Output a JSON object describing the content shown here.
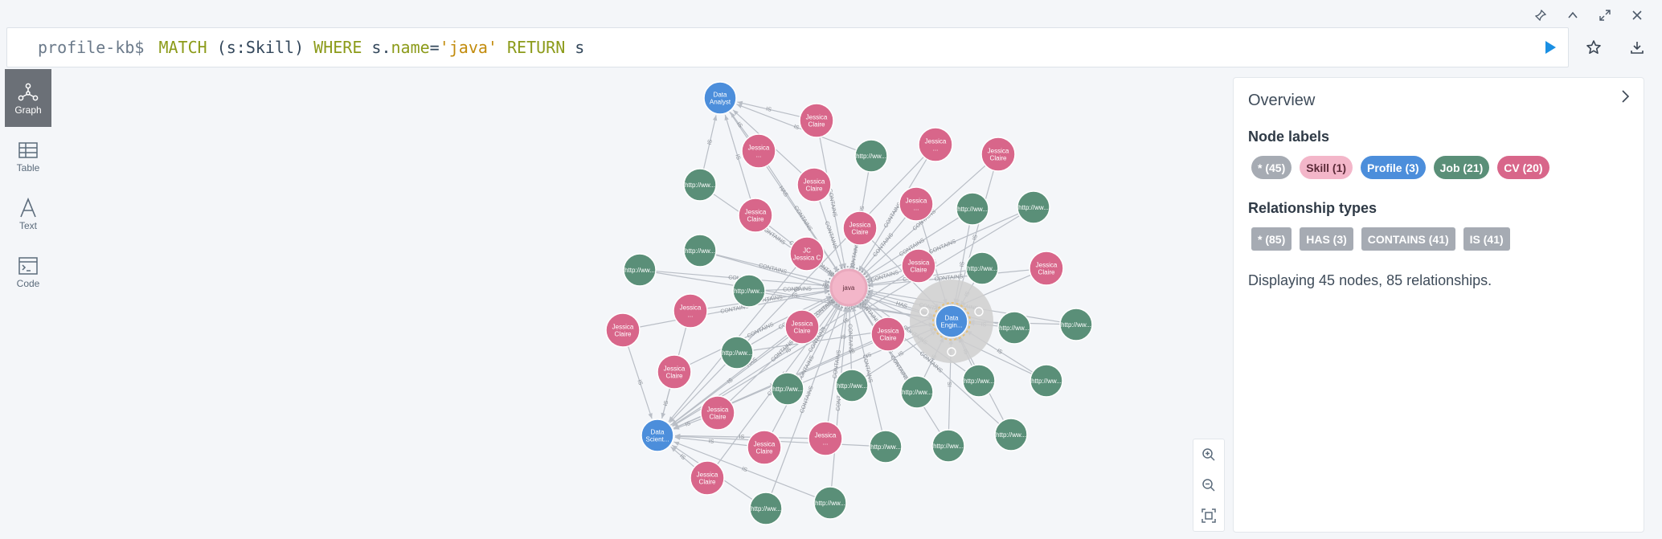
{
  "window_controls": [
    "pin-icon",
    "chevron-up-icon",
    "maximize-icon",
    "close-icon"
  ],
  "query_bar": {
    "prompt": "profile-kb$",
    "query_parts": {
      "match": "MATCH",
      "pattern_open": " (s:",
      "label": "Skill",
      "pattern_close": ") ",
      "where": "WHERE",
      "cond": " s.",
      "prop": "name",
      "eq": "=",
      "value": "'java'",
      "space": " ",
      "ret": "RETURN",
      "ret_var": " s"
    }
  },
  "sidebar": {
    "items": [
      {
        "label": "Graph",
        "icon": "graph-icon",
        "active": true
      },
      {
        "label": "Table",
        "icon": "table-icon",
        "active": false
      },
      {
        "label": "Text",
        "icon": "text-icon",
        "active": false
      },
      {
        "label": "Code",
        "icon": "code-icon",
        "active": false
      }
    ]
  },
  "overview": {
    "title": "Overview",
    "node_labels_title": "Node labels",
    "node_labels": [
      {
        "text": "* (45)",
        "color": "#a6abb3",
        "text_color": "#ffffff"
      },
      {
        "text": "Skill (1)",
        "color": "#f3b6c9",
        "text_color": "#5b2a38"
      },
      {
        "text": "Profile (3)",
        "color": "#4c8edb",
        "text_color": "#ffffff"
      },
      {
        "text": "Job (21)",
        "color": "#5a8f78",
        "text_color": "#ffffff"
      },
      {
        "text": "CV (20)",
        "color": "#d8668a",
        "text_color": "#ffffff"
      }
    ],
    "rel_types_title": "Relationship types",
    "rel_types": [
      "* (85)",
      "HAS (3)",
      "CONTAINS (41)",
      "IS (41)"
    ],
    "status": "Displaying 45 nodes, 85 relationships."
  },
  "graph": {
    "colors": {
      "skill": "#f3b6c9",
      "profile": "#4c8edb",
      "job": "#5a8f78",
      "cv": "#d8668a",
      "edge": "#b9bec6",
      "ring": "#cfcfcf"
    },
    "edge_labels": {
      "contains": "CONTAINS",
      "is": "IS",
      "has": "HAS"
    },
    "nodes": [
      {
        "id": "java",
        "type": "skill",
        "label": "java"
      },
      {
        "id": "p1",
        "type": "profile",
        "label": "Data Analyst"
      },
      {
        "id": "p2",
        "type": "profile",
        "label": "Data Engin..."
      },
      {
        "id": "p3",
        "type": "profile",
        "label": "Data Scient..."
      },
      {
        "id": "c1",
        "type": "cv",
        "label": "Jessica Claire"
      },
      {
        "id": "c2",
        "type": "cv",
        "label": "Jessica ..."
      },
      {
        "id": "c3",
        "type": "cv",
        "label": "Jessica Claire"
      },
      {
        "id": "c4",
        "type": "cv",
        "label": "Jessica Claire"
      },
      {
        "id": "c5",
        "type": "cv",
        "label": "Jessica ..."
      },
      {
        "id": "c6",
        "type": "cv",
        "label": "Jessica Claire"
      },
      {
        "id": "c7",
        "type": "cv",
        "label": "Jessica ..."
      },
      {
        "id": "c8",
        "type": "cv",
        "label": "Jessica Claire"
      },
      {
        "id": "c9",
        "type": "cv",
        "label": "JC Jessica C"
      },
      {
        "id": "c10",
        "type": "cv",
        "label": "Jessica Claire"
      },
      {
        "id": "c11",
        "type": "cv",
        "label": "Jessica Claire"
      },
      {
        "id": "c12",
        "type": "cv",
        "label": "Jessica ..."
      },
      {
        "id": "c13",
        "type": "cv",
        "label": "Jessica Claire"
      },
      {
        "id": "c14",
        "type": "cv",
        "label": "Jessica Claire"
      },
      {
        "id": "c15",
        "type": "cv",
        "label": "Jessica Claire"
      },
      {
        "id": "c16",
        "type": "cv",
        "label": "Jessica Claire"
      },
      {
        "id": "c17",
        "type": "cv",
        "label": "Jessica ..."
      },
      {
        "id": "c18",
        "type": "cv",
        "label": "Jessica Claire"
      },
      {
        "id": "c19",
        "type": "cv",
        "label": "Jessica Claire"
      },
      {
        "id": "c20",
        "type": "cv",
        "label": "Jessica Claire"
      },
      {
        "id": "j1",
        "type": "job",
        "label": "http://ww..."
      },
      {
        "id": "j2",
        "type": "job",
        "label": "http://ww..."
      },
      {
        "id": "j3",
        "type": "job",
        "label": "http://ww..."
      },
      {
        "id": "j4",
        "type": "job",
        "label": "http://ww..."
      },
      {
        "id": "j5",
        "type": "job",
        "label": "http://ww..."
      },
      {
        "id": "j6",
        "type": "job",
        "label": "http://ww..."
      },
      {
        "id": "j7",
        "type": "job",
        "label": "http://ww..."
      },
      {
        "id": "j8",
        "type": "job",
        "label": "http://ww..."
      },
      {
        "id": "j9",
        "type": "job",
        "label": "http://ww..."
      },
      {
        "id": "j10",
        "type": "job",
        "label": "http://ww..."
      },
      {
        "id": "j11",
        "type": "job",
        "label": "http://ww..."
      },
      {
        "id": "j12",
        "type": "job",
        "label": "http://ww..."
      },
      {
        "id": "j13",
        "type": "job",
        "label": "http://ww..."
      },
      {
        "id": "j14",
        "type": "job",
        "label": "http://ww..."
      },
      {
        "id": "j15",
        "type": "job",
        "label": "http://ww..."
      },
      {
        "id": "j16",
        "type": "job",
        "label": "http://ww..."
      },
      {
        "id": "j17",
        "type": "job",
        "label": "http://ww..."
      },
      {
        "id": "j18",
        "type": "job",
        "label": "http://ww..."
      },
      {
        "id": "j19",
        "type": "job",
        "label": "http://ww..."
      },
      {
        "id": "j20",
        "type": "job",
        "label": "http://ww..."
      },
      {
        "id": "j21",
        "type": "job",
        "label": "http://ww..."
      }
    ],
    "contains_edges": [
      "c1",
      "c2",
      "c3",
      "c4",
      "c5",
      "c6",
      "c7",
      "c8",
      "c9",
      "c10",
      "c11",
      "c12",
      "c13",
      "c14",
      "c15",
      "c16",
      "c17",
      "c18",
      "c19",
      "c20",
      "j1",
      "j2",
      "j3",
      "j4",
      "j5",
      "j6",
      "j7",
      "j8",
      "j9",
      "j10",
      "j11",
      "j12",
      "j13",
      "j14",
      "j15",
      "j16",
      "j17",
      "j18",
      "j19",
      "j20",
      "j21"
    ],
    "has_edges": [
      "p1",
      "p2",
      "p3"
    ],
    "is_edges": {
      "p1": [
        "c1",
        "c2",
        "c3",
        "c4",
        "j1",
        "j2"
      ],
      "p2": [
        "c6",
        "c7",
        "c8",
        "j3",
        "j5",
        "j6",
        "j7",
        "j8",
        "j9",
        "j10",
        "j11",
        "j12",
        "j13",
        "j14",
        "j15",
        "j16",
        "j17",
        "j18"
      ],
      "p3": [
        "c5",
        "c9",
        "c10",
        "c11",
        "c12",
        "c13",
        "c14",
        "c15",
        "c16",
        "c17",
        "c18",
        "c19",
        "c20",
        "j4",
        "j19",
        "j20",
        "j21"
      ]
    }
  }
}
